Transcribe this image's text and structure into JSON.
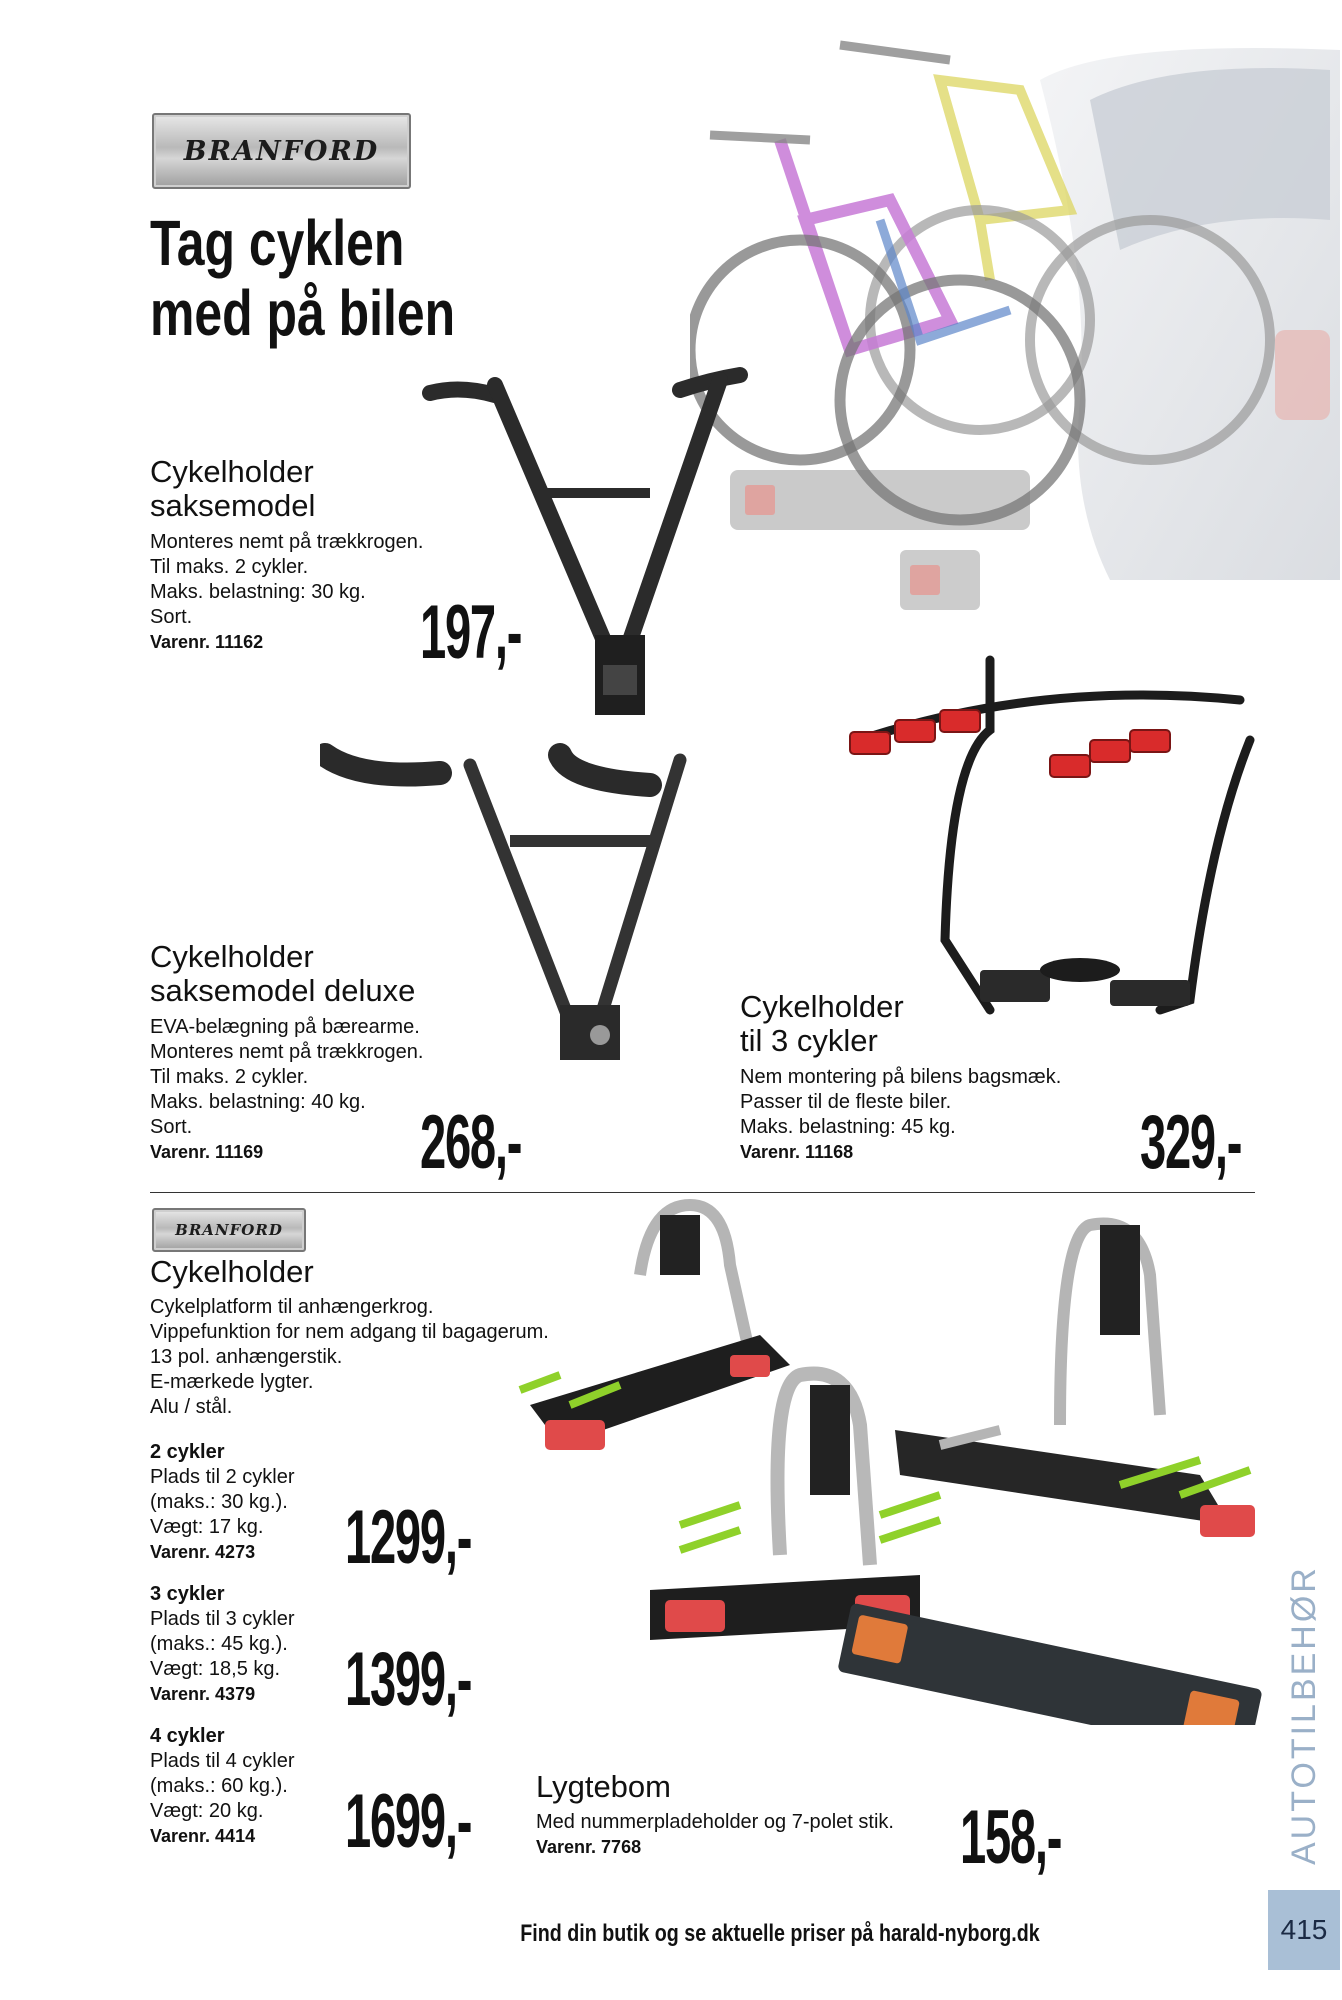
{
  "brand": {
    "name": "BRANFORD"
  },
  "headline": {
    "line1": "Tag cyklen",
    "line2": "med på bilen"
  },
  "products": [
    {
      "title_l1": "Cykelholder",
      "title_l2": "saksemodel",
      "desc": [
        "Monteres nemt på trækkrogen.",
        "Til maks. 2 cykler.",
        "Maks. belastning: 30 kg.",
        "Sort."
      ],
      "sku": "Varenr. 11162",
      "price": "197,-"
    },
    {
      "title_l1": "Cykelholder",
      "title_l2": "saksemodel deluxe",
      "desc": [
        "EVA-belægning på bærearme.",
        "Monteres nemt på trækkrogen.",
        "Til maks. 2 cykler.",
        "Maks. belastning: 40 kg.",
        "Sort."
      ],
      "sku": "Varenr. 11169",
      "price": "268,-"
    },
    {
      "title_l1": "Cykelholder",
      "title_l2": "til 3 cykler",
      "desc": [
        "Nem montering på bilens bagsmæk.",
        "Passer til de fleste biler.",
        "Maks. belastning: 45 kg."
      ],
      "sku": "Varenr. 11168",
      "price": "329,-"
    }
  ],
  "platform": {
    "title": "Cykelholder",
    "desc": [
      "Cykelplatform til anhængerkrog.",
      "Vippefunktion for nem adgang til bagagerum.",
      "13 pol. anhængerstik.",
      "E-mærkede lygter.",
      "Alu / stål."
    ],
    "variants": [
      {
        "name": "2 cykler",
        "l1": "Plads til 2 cykler",
        "l2": "(maks.: 30 kg.).",
        "l3": "Vægt: 17 kg.",
        "sku": "Varenr. 4273",
        "price": "1299,-"
      },
      {
        "name": "3 cykler",
        "l1": "Plads til 3 cykler",
        "l2": "(maks.: 45 kg.).",
        "l3": "Vægt: 18,5 kg.",
        "sku": "Varenr. 4379",
        "price": "1399,-"
      },
      {
        "name": "4 cykler",
        "l1": "Plads til 4 cykler",
        "l2": "(maks.: 60 kg.).",
        "l3": "Vægt: 20 kg.",
        "sku": "Varenr. 4414",
        "price": "1699,-"
      }
    ]
  },
  "lightbar": {
    "title": "Lygtebom",
    "desc": "Med nummerpladeholder og 7-polet stik.",
    "sku": "Varenr. 7768",
    "price": "158,-"
  },
  "footer": {
    "text": "Find din butik og se aktuelle priser på harald-nyborg.dk"
  },
  "side_label": "AUTOTILBEHØR",
  "page_number": "415",
  "colors": {
    "accent_blue": "#a9bfd6",
    "side_text": "#9ab0c8",
    "rack_red": "#d92b2b",
    "bike_pink": "#c77ad6",
    "bike_yellow": "#e6e04a",
    "clip_green": "#8fd12a"
  }
}
